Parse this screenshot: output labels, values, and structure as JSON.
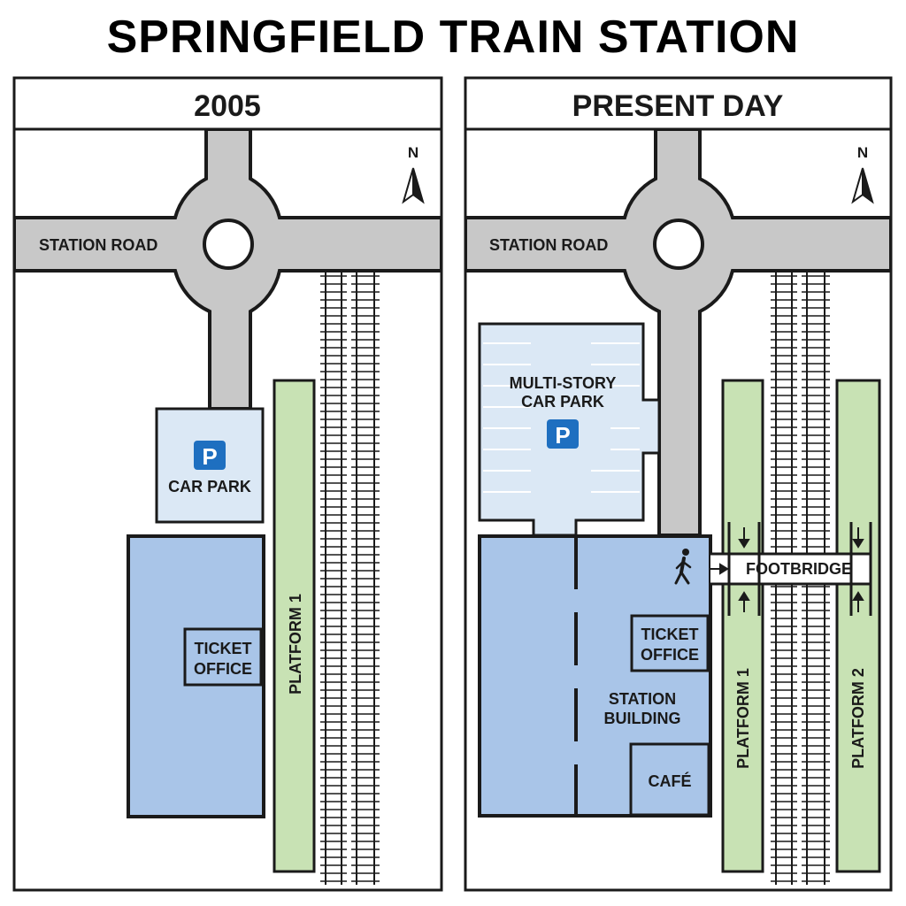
{
  "title": "SPRINGFIELD TRAIN STATION",
  "panels": [
    {
      "heading": "2005",
      "north": "N",
      "road_label": "STATION ROAD",
      "parking_symbol": "P",
      "car_park_label": "CAR PARK",
      "ticket_office_lines": [
        "TICKET",
        "OFFICE"
      ],
      "platform_label": "PLATFORM 1"
    },
    {
      "heading": "PRESENT DAY",
      "north": "N",
      "road_label": "STATION ROAD",
      "parking_symbol": "P",
      "car_park_lines": [
        "MULTI-STORY",
        "CAR PARK"
      ],
      "ticket_office_lines": [
        "TICKET",
        "OFFICE"
      ],
      "station_building_lines": [
        "STATION",
        "BUILDING"
      ],
      "cafe_label": "CAFÉ",
      "footbridge_label": "FOOTBRIDGE",
      "platform1_label": "PLATFORM 1",
      "platform2_label": "PLATFORM 2",
      "pedestrian_icon": "pedestrian-icon"
    }
  ],
  "colors": {
    "road": "#c8c8c8",
    "car_park": "#dbe8f5",
    "building": "#a9c5e8",
    "platform": "#c8e2b4",
    "parking_sign": "#1e6fc0"
  }
}
